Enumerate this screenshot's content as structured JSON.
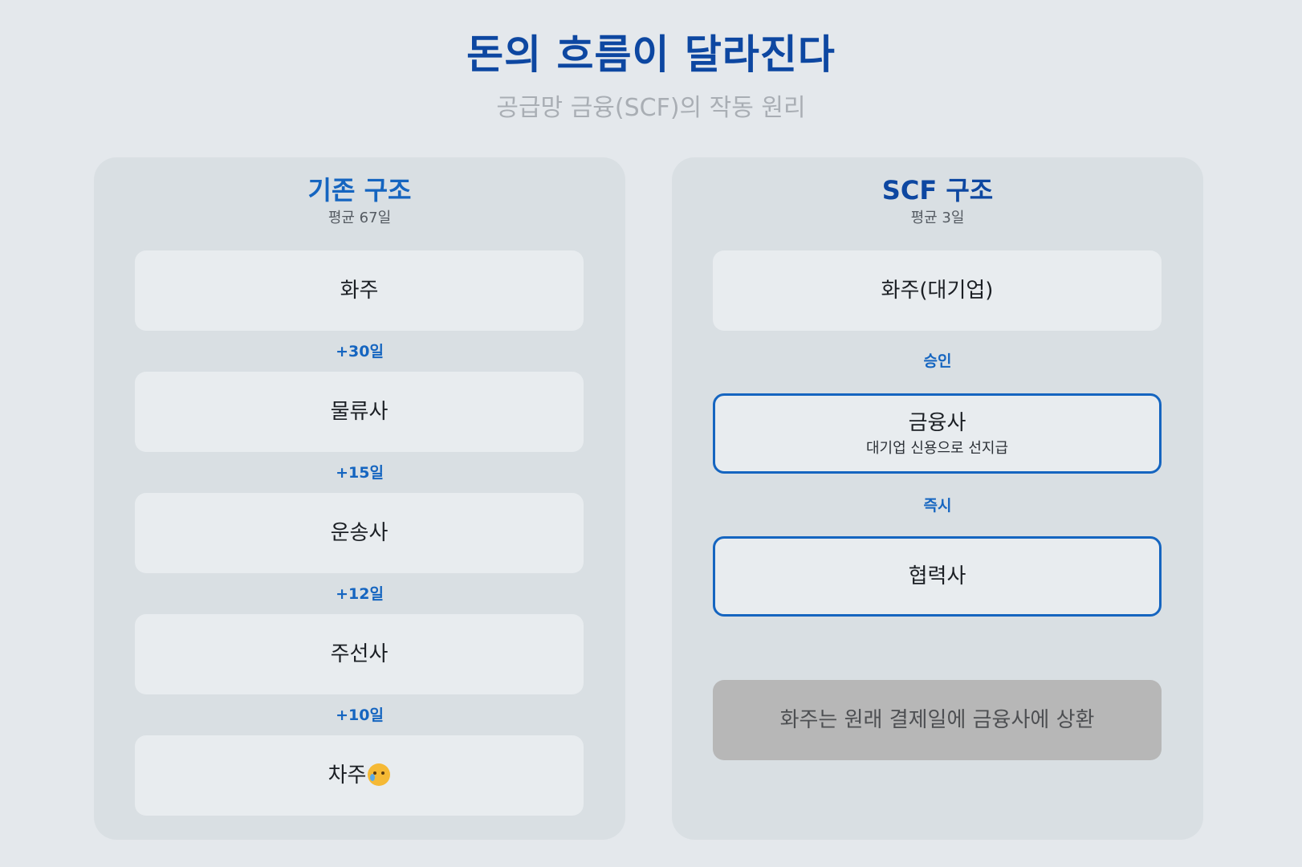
{
  "title": "돈의 흐름이 달라진다",
  "subtitle": "공급망 금융(SCF)의 작동 원리",
  "left": {
    "title": "기존 구조",
    "subtitle": "평균 67일",
    "nodes": [
      "화주",
      "물류사",
      "운송사",
      "주선사",
      "차주"
    ],
    "steps": [
      "+30일",
      "+15일",
      "+12일",
      "+10일"
    ],
    "last_node_icon": "crying-face-emoji"
  },
  "right": {
    "title": "SCF 구조",
    "subtitle": "평균 3일",
    "nodes": [
      {
        "label": "화주(대기업)"
      },
      {
        "label": "금융사",
        "sub": "대기업 신용으로 선지급"
      },
      {
        "label": "협력사"
      },
      {
        "label": "화주는 원래 결제일에 금융사에 상환"
      }
    ],
    "steps": [
      "승인",
      "즉시"
    ]
  },
  "colors": {
    "background": "#e4e8ec",
    "panel": "#d9dfe3",
    "node": "#e8ecef",
    "accent": "#1565c0",
    "title": "#0d47a1",
    "note_box": "#b7b7b7"
  }
}
